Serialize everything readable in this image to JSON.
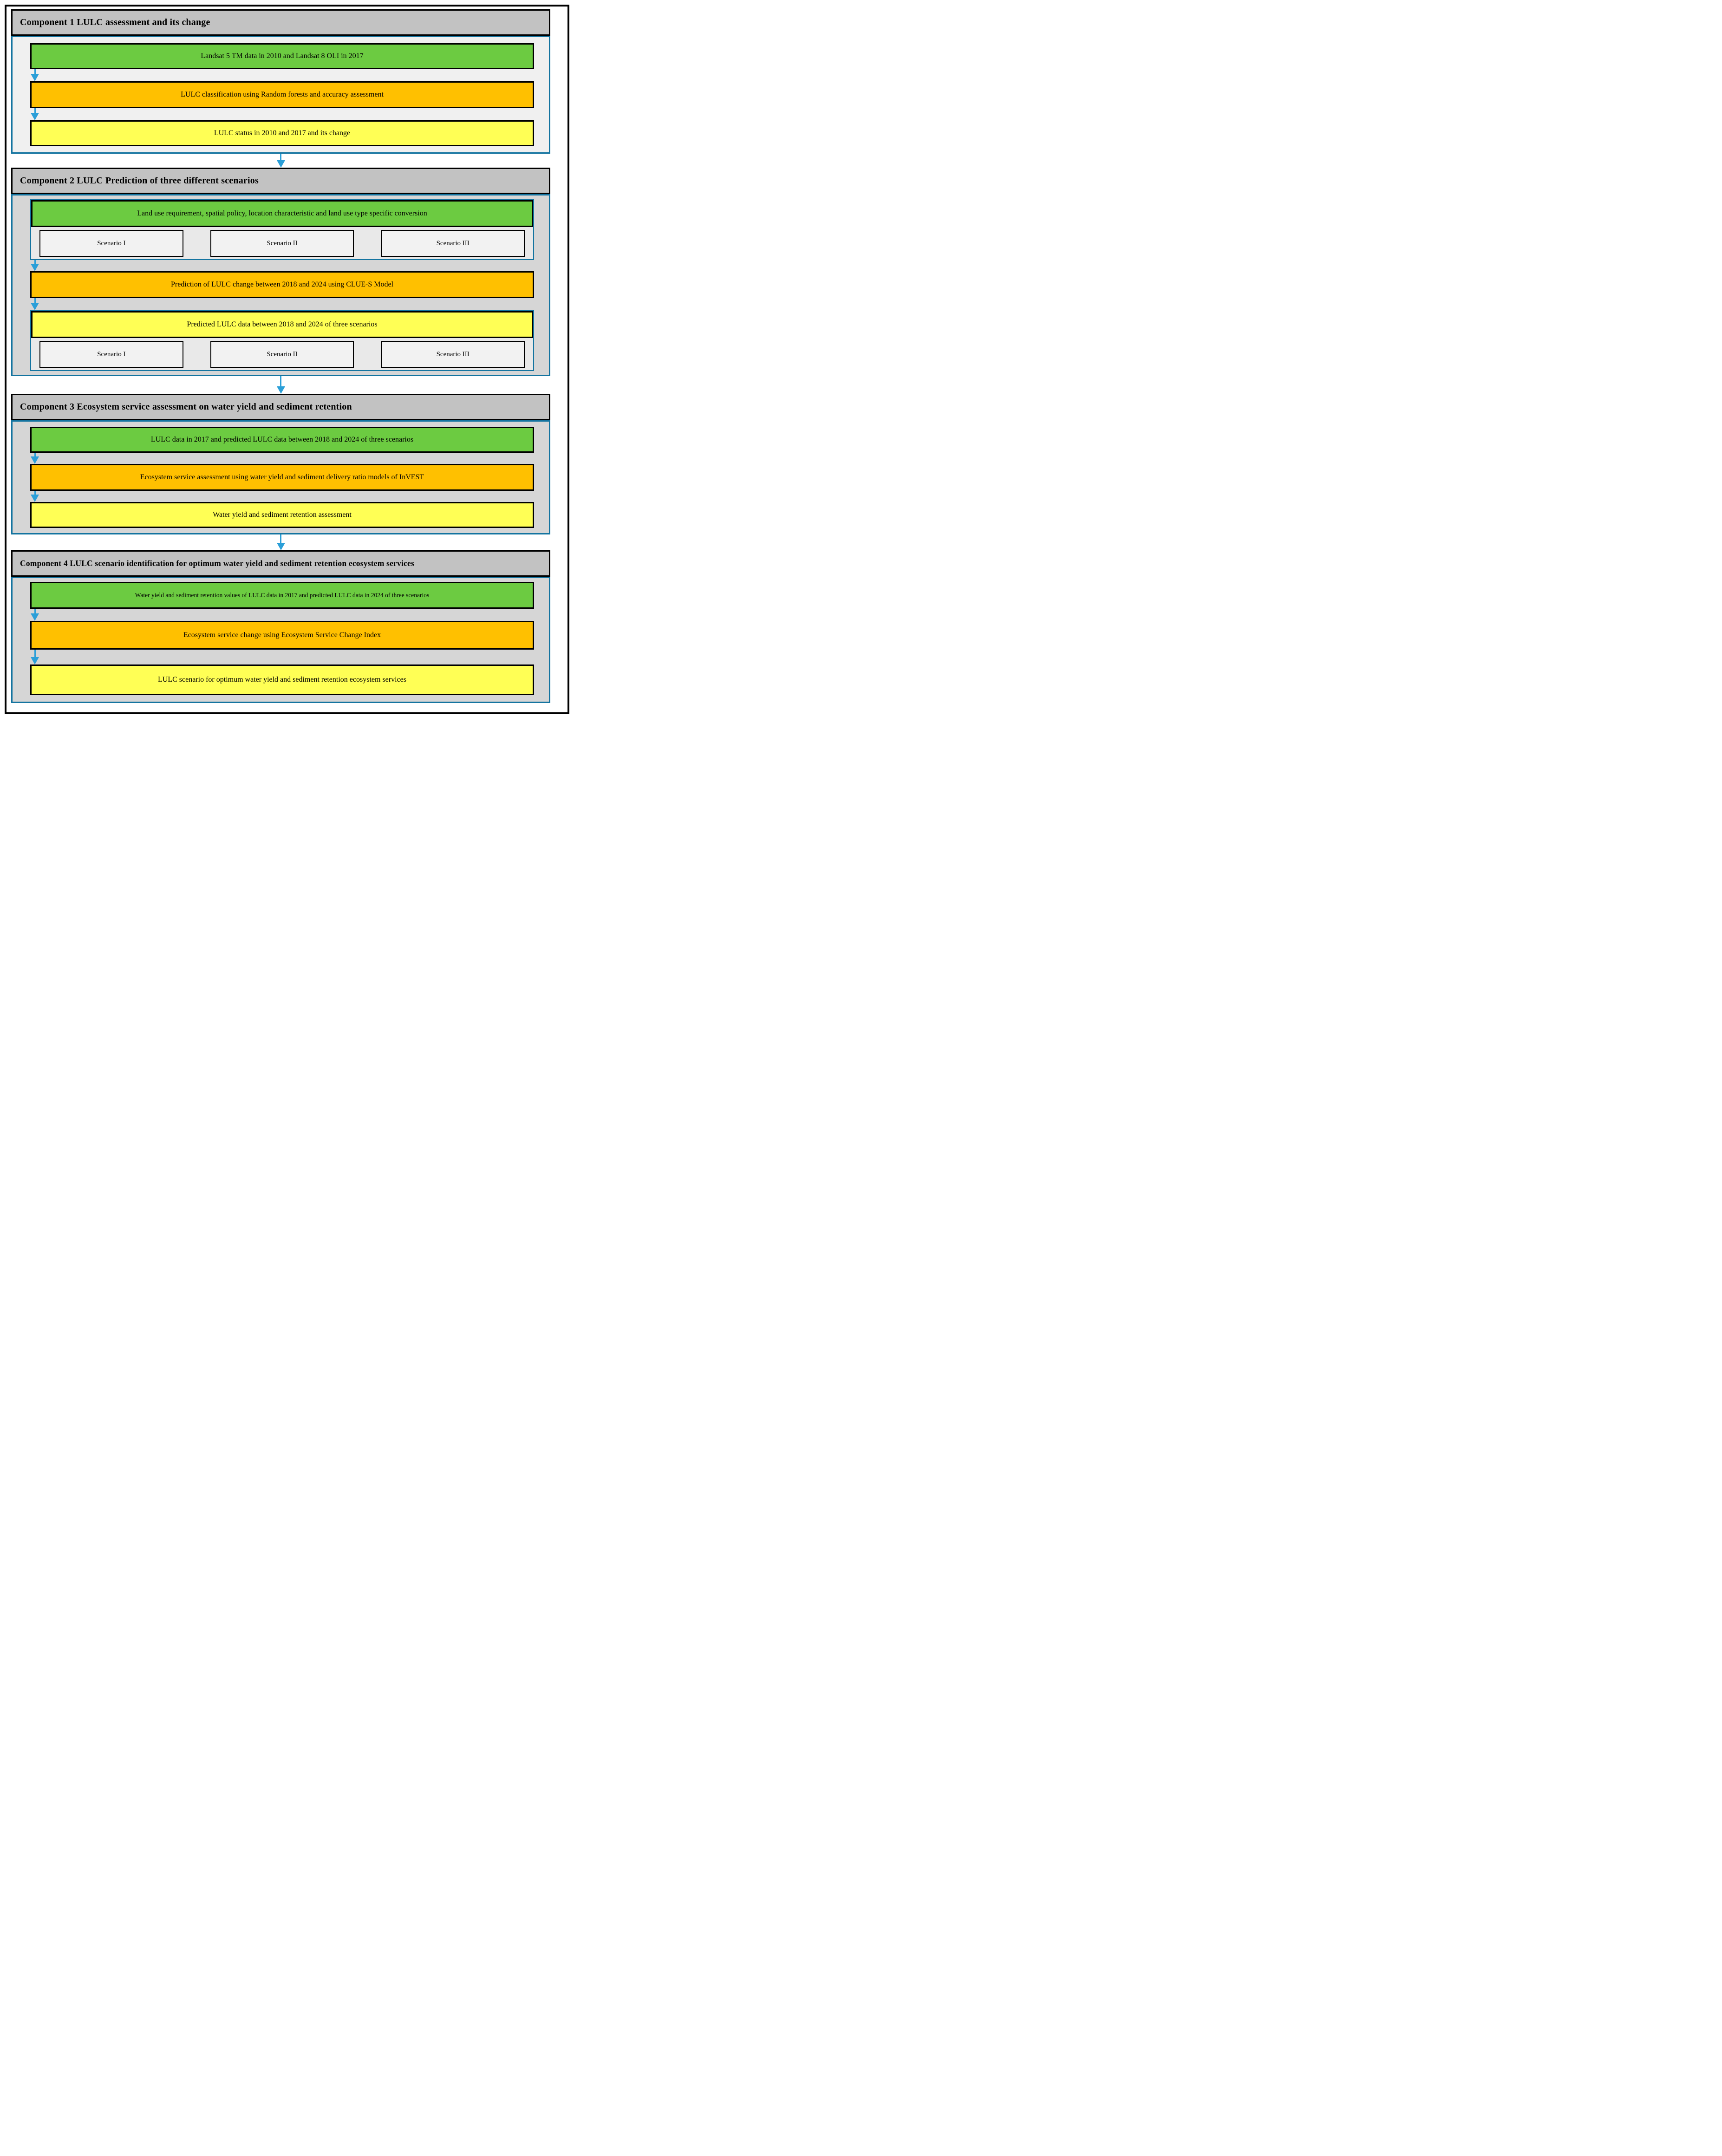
{
  "colors": {
    "header_gray": "#C2C2C2",
    "body_light": "#F0F0F0",
    "body_gray": "#D6D6D6",
    "subpanel_gray": "#E9E9E9",
    "scenario_gray": "#F2F2F2",
    "green": "#6CCB41",
    "orange": "#FFC000",
    "yellow": "#FFFF55",
    "panel_blue": "#1474A0",
    "arrow_blue": "#2B9FD8",
    "ink": "#000000"
  },
  "component1": {
    "title": "Component 1 LULC assessment and its change",
    "input": "Landsat 5 TM data in 2010 and Landsat 8 OLI in 2017",
    "process": "LULC classification using Random forests and accuracy assessment",
    "output": "LULC status in 2010 and 2017 and its change"
  },
  "component2": {
    "title": "Component 2 LULC Prediction of three different scenarios",
    "input": "Land use requirement, spatial policy, location characteristic and land use type specific conversion",
    "scenarios_top": [
      "Scenario I",
      "Scenario II",
      "Scenario III"
    ],
    "process": "Prediction of LULC change between 2018 and 2024 using CLUE-S Model",
    "output": "Predicted LULC data between 2018 and 2024 of three scenarios",
    "scenarios_bottom": [
      "Scenario I",
      "Scenario II",
      "Scenario III"
    ]
  },
  "component3": {
    "title": "Component 3 Ecosystem service assessment on water yield and sediment retention",
    "input": "LULC data in 2017 and predicted LULC data between 2018 and 2024 of three scenarios",
    "process": "Ecosystem service assessment using water yield and sediment delivery ratio models of InVEST",
    "output": "Water yield and sediment retention assessment"
  },
  "component4": {
    "title": "Component 4 LULC scenario identification for optimum water yield and sediment retention ecosystem services",
    "input": "Water yield and sediment retention values of LULC data in 2017 and predicted LULC data in 2024 of three scenarios",
    "process": "Ecosystem service change using Ecosystem Service Change Index",
    "output": "LULC scenario for optimum water yield and sediment retention ecosystem services"
  }
}
